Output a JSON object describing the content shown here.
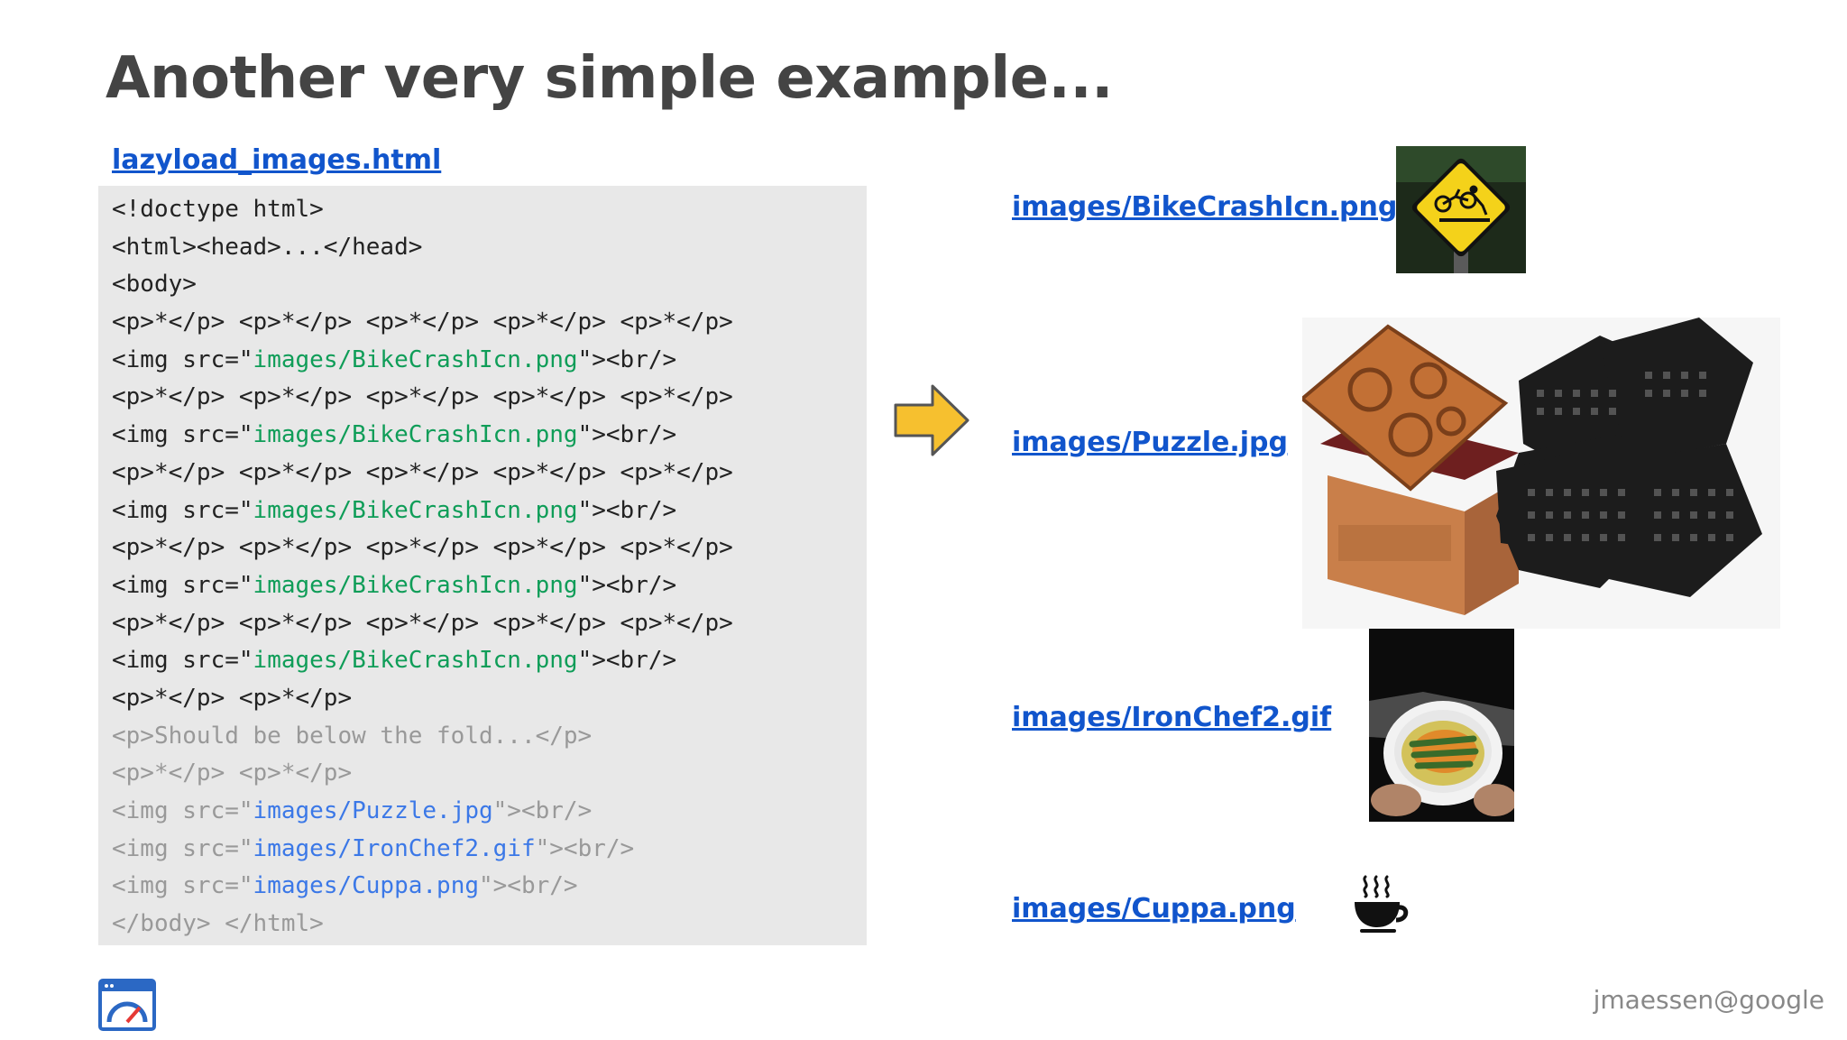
{
  "slide": {
    "title": "Another very simple example...",
    "file_link": "lazyload_images.html",
    "footer": "jmaessen@google"
  },
  "code_lines": [
    {
      "segments": [
        {
          "t": "<!doctype html>",
          "c": "plain"
        }
      ],
      "faded": false
    },
    {
      "segments": [
        {
          "t": "<html><head>...</head>",
          "c": "plain"
        }
      ],
      "faded": false
    },
    {
      "segments": [
        {
          "t": "<body>",
          "c": "plain"
        }
      ],
      "faded": false
    },
    {
      "segments": [
        {
          "t": "<p>*</p> <p>*</p> <p>*</p> <p>*</p> <p>*</p>",
          "c": "plain"
        }
      ],
      "faded": false
    },
    {
      "segments": [
        {
          "t": "<img src=\"",
          "c": "plain"
        },
        {
          "t": "images/BikeCrashIcn.png",
          "c": "str"
        },
        {
          "t": "\"><br/>",
          "c": "plain"
        }
      ],
      "faded": false
    },
    {
      "segments": [
        {
          "t": "<p>*</p> <p>*</p> <p>*</p> <p>*</p> <p>*</p>",
          "c": "plain"
        }
      ],
      "faded": false
    },
    {
      "segments": [
        {
          "t": "<img src=\"",
          "c": "plain"
        },
        {
          "t": "images/BikeCrashIcn.png",
          "c": "str"
        },
        {
          "t": "\"><br/>",
          "c": "plain"
        }
      ],
      "faded": false
    },
    {
      "segments": [
        {
          "t": "<p>*</p> <p>*</p> <p>*</p> <p>*</p> <p>*</p>",
          "c": "plain"
        }
      ],
      "faded": false
    },
    {
      "segments": [
        {
          "t": "<img src=\"",
          "c": "plain"
        },
        {
          "t": "images/BikeCrashIcn.png",
          "c": "str"
        },
        {
          "t": "\"><br/>",
          "c": "plain"
        }
      ],
      "faded": false
    },
    {
      "segments": [
        {
          "t": "<p>*</p> <p>*</p> <p>*</p> <p>*</p> <p>*</p>",
          "c": "plain"
        }
      ],
      "faded": false
    },
    {
      "segments": [
        {
          "t": "<img src=\"",
          "c": "plain"
        },
        {
          "t": "images/BikeCrashIcn.png",
          "c": "str"
        },
        {
          "t": "\"><br/>",
          "c": "plain"
        }
      ],
      "faded": false
    },
    {
      "segments": [
        {
          "t": "<p>*</p> <p>*</p> <p>*</p> <p>*</p> <p>*</p>",
          "c": "plain"
        }
      ],
      "faded": false
    },
    {
      "segments": [
        {
          "t": "<img src=\"",
          "c": "plain"
        },
        {
          "t": "images/BikeCrashIcn.png",
          "c": "str"
        },
        {
          "t": "\"><br/>",
          "c": "plain"
        }
      ],
      "faded": false
    },
    {
      "segments": [
        {
          "t": "<p>*</p> <p>*</p>",
          "c": "plain"
        }
      ],
      "faded": false
    },
    {
      "segments": [
        {
          "t": "<p>Should be below the fold...</p>",
          "c": "plain"
        }
      ],
      "faded": true
    },
    {
      "segments": [
        {
          "t": "<p>*</p> <p>*</p>",
          "c": "plain"
        }
      ],
      "faded": true
    },
    {
      "segments": [
        {
          "t": "<img src=\"",
          "c": "plain"
        },
        {
          "t": "images/Puzzle.jpg",
          "c": "str"
        },
        {
          "t": "\"><br/>",
          "c": "plain"
        }
      ],
      "faded": true
    },
    {
      "segments": [
        {
          "t": "<img src=\"",
          "c": "plain"
        },
        {
          "t": "images/IronChef2.gif",
          "c": "str"
        },
        {
          "t": "\"><br/>",
          "c": "plain"
        }
      ],
      "faded": true
    },
    {
      "segments": [
        {
          "t": "<img src=\"",
          "c": "plain"
        },
        {
          "t": "images/Cuppa.png",
          "c": "str"
        },
        {
          "t": "\"><br/>",
          "c": "plain"
        }
      ],
      "faded": true
    },
    {
      "segments": [
        {
          "t": "</body> </html>",
          "c": "plain"
        }
      ],
      "faded": true
    }
  ],
  "results": [
    {
      "label": "images/BikeCrashIcn.png",
      "icon": "bike-crash-sign-image"
    },
    {
      "label": "images/Puzzle.jpg",
      "icon": "puzzle-image"
    },
    {
      "label": "images/IronChef2.gif",
      "icon": "iron-chef-dish-image"
    },
    {
      "label": "images/Cuppa.png",
      "icon": "coffee-cup-icon"
    }
  ],
  "colors": {
    "title": "#444444",
    "link": "#1155cc",
    "code_bg": "#e8e8e8",
    "code_string": "#0f9d58",
    "code_faded": "#999999",
    "code_faded_string": "#3b78e7",
    "arrow": "#f6c02f",
    "footer": "#888888"
  },
  "icons": {
    "arrow": "right-arrow-icon",
    "logo": "pagespeed-logo-icon"
  }
}
